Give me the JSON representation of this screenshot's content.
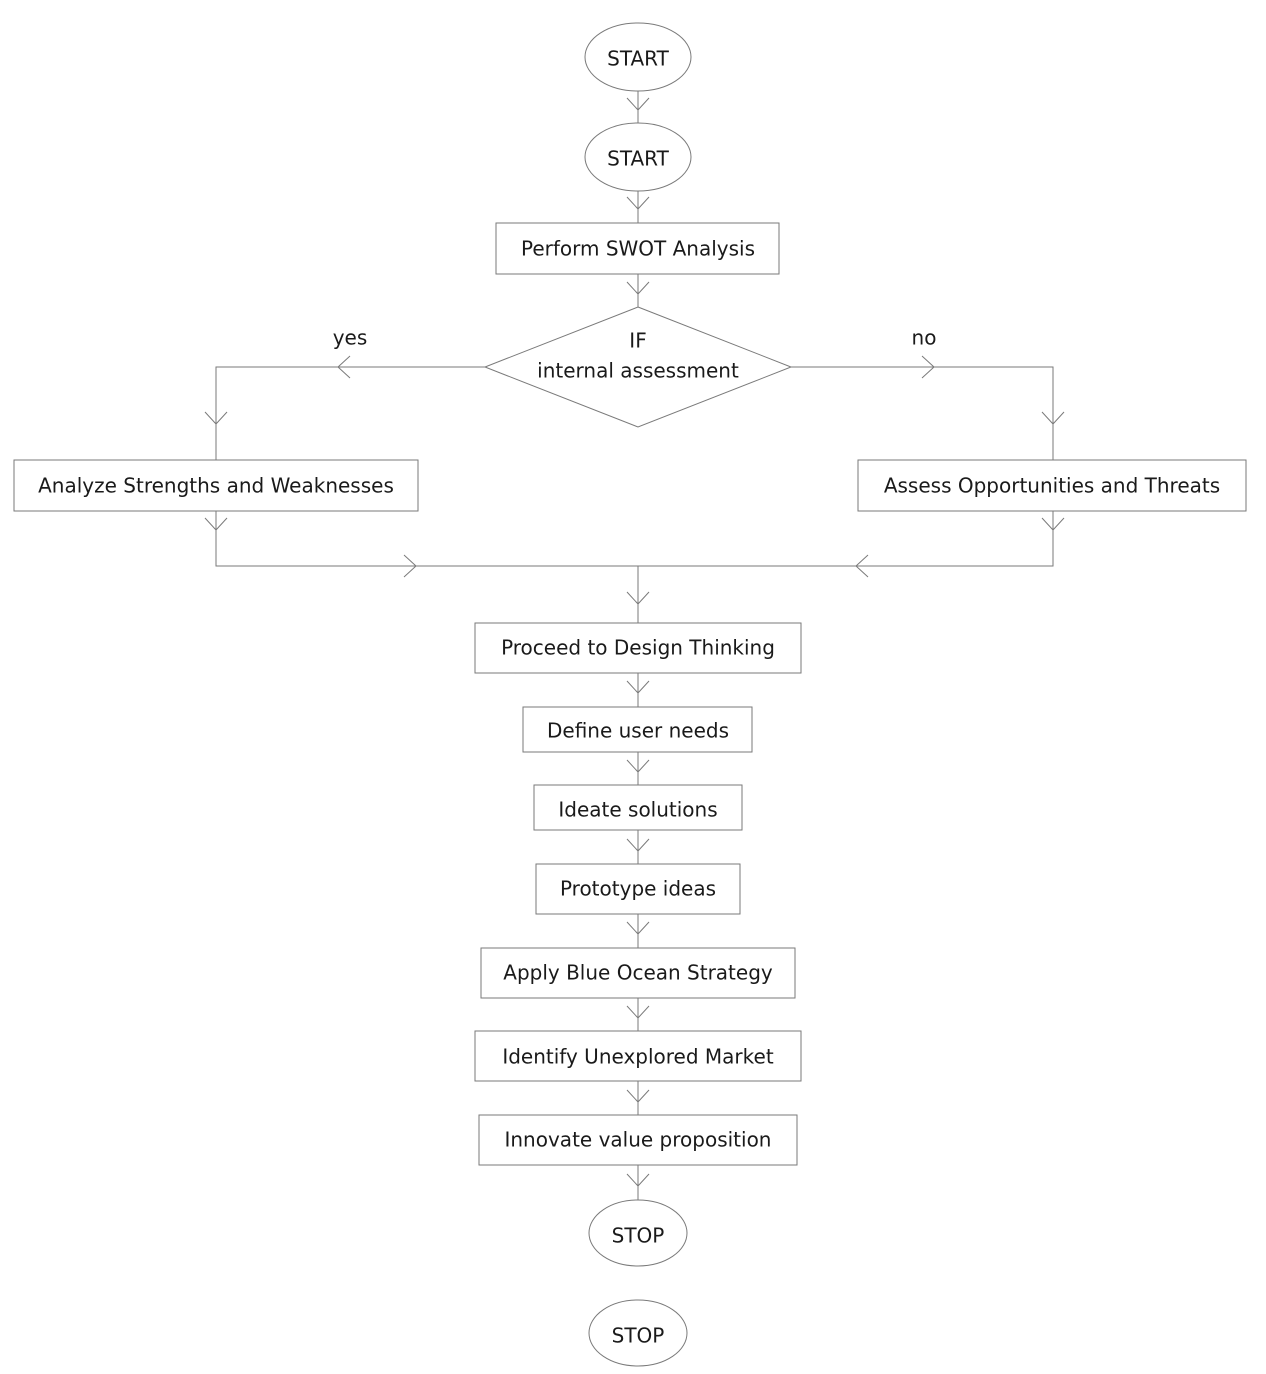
{
  "flowchart": {
    "start_top": "START",
    "start_second": "START",
    "swot": "Perform SWOT Analysis",
    "decision": {
      "line1": "IF",
      "line2": "internal assessment"
    },
    "yes_label": "yes",
    "no_label": "no",
    "analyze": "Analyze Strengths and Weaknesses",
    "assess": "Assess Opportunities and Threats",
    "design_thinking": "Proceed to Design Thinking",
    "define": "Define user needs",
    "ideate": "Ideate solutions",
    "prototype": "Prototype ideas",
    "blue_ocean": "Apply Blue Ocean Strategy",
    "unexplored": "Identify Unexplored Market",
    "innovate": "Innovate value proposition",
    "stop_first": "STOP",
    "stop_second": "STOP"
  }
}
